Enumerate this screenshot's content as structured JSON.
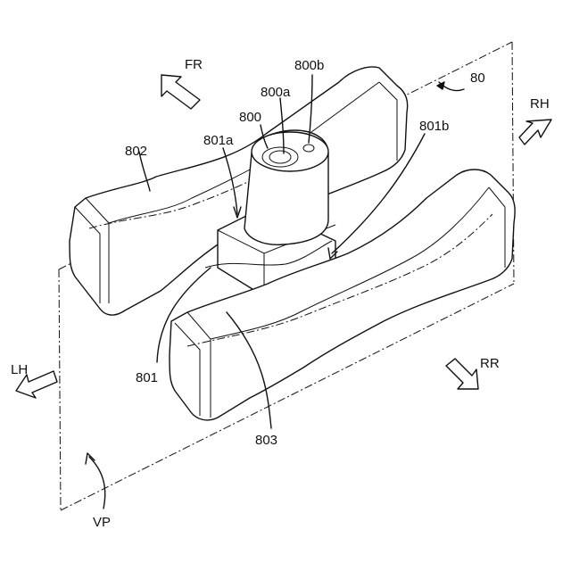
{
  "figure": {
    "labels": {
      "fr": "FR",
      "rh": "RH",
      "lh": "LH",
      "rr": "RR",
      "vp": "VP",
      "ref_80": "80",
      "ref_800": "800",
      "ref_800a": "800a",
      "ref_800b": "800b",
      "ref_801": "801",
      "ref_801a": "801a",
      "ref_801b": "801b",
      "ref_802": "802",
      "ref_803": "803"
    }
  }
}
